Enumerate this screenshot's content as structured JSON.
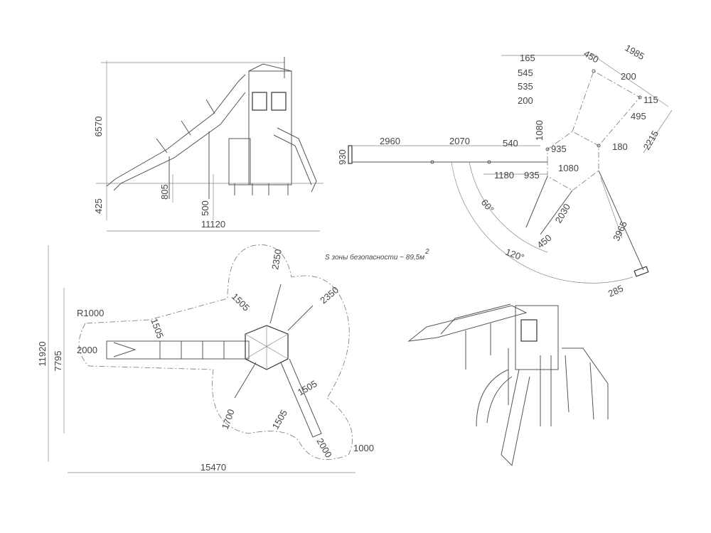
{
  "side_view": {
    "height_total": "6570",
    "height_base": "425",
    "post_a": "805",
    "post_b": "500",
    "length": "11120"
  },
  "top_plan": {
    "labels": [
      "165",
      "545",
      "535",
      "200",
      "450",
      "1985",
      "200",
      "115",
      "495",
      "180",
      "2215",
      "1080",
      "540",
      "935",
      "1080",
      "2960",
      "2070",
      "930",
      "1180",
      "935",
      "60°",
      "2030",
      "3965",
      "120°",
      "450",
      "285"
    ]
  },
  "safety_zone": {
    "area_note": "S зоны безопасности ~ 89,5м",
    "area_sup": "2",
    "labels": [
      "2350",
      "2350",
      "1505",
      "1505",
      "R1000",
      "2000",
      "1505",
      "1505",
      "1700",
      "2000",
      "1000"
    ],
    "height_total": "11920",
    "height_inner": "7795",
    "width": "15470"
  }
}
